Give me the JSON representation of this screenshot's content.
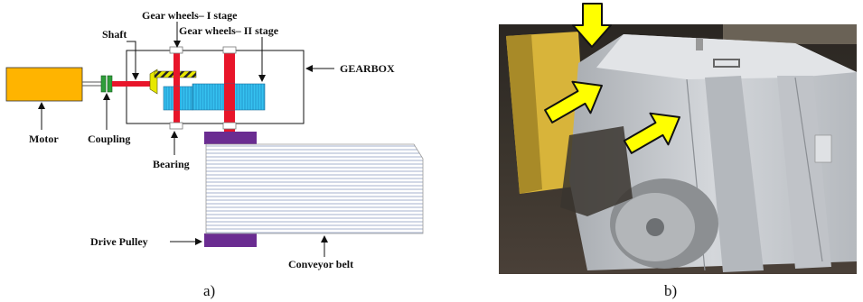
{
  "diagram": {
    "labels": {
      "gear_stage_1": "Gear wheels– I stage",
      "gear_stage_2": "Gear wheels– II stage",
      "shaft": "Shaft",
      "gearbox": "GEARBOX",
      "motor": "Motor",
      "coupling": "Coupling",
      "bearing": "Bearing",
      "drive_pulley": "Drive Pulley",
      "conveyor_belt": "Conveyor belt"
    },
    "colors": {
      "motor": "#FFB400",
      "coupling": "#2E9E3A",
      "shaft": "#E8152A",
      "gear_fill": "#36C2F0",
      "bevel_gear": "#E8E800",
      "bevel_stripe": "#222222",
      "pulley": "#6A2C91",
      "belt_lines": "#9AA8C8",
      "arrow": "#111111"
    }
  },
  "photo": {
    "arrows": 3,
    "arrow_color": "#FFFF00",
    "arrow_outline": "#111111",
    "gearbox_color": "#C9CCD0",
    "icons": [
      "gearbox-photo",
      "arrow-down-icon",
      "arrow-diagonal-icon",
      "arrow-diagonal-icon"
    ]
  },
  "captions": {
    "a": "a)",
    "b": "b)"
  }
}
